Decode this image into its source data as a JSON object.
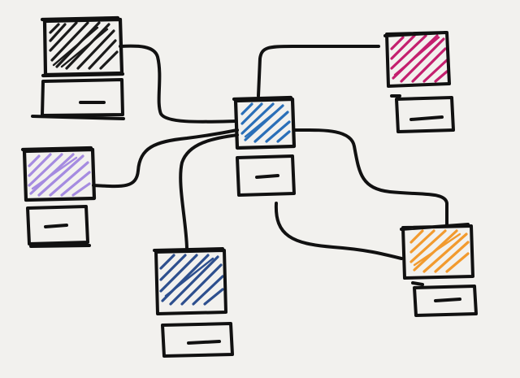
{
  "diagram": {
    "type": "hand-drawn network sketch",
    "nodes": [
      {
        "name": "computer-black",
        "screen_color": "#1a1a1a"
      },
      {
        "name": "computer-magenta",
        "screen_color": "#c41f6e"
      },
      {
        "name": "computer-blue-hub",
        "screen_color": "#2a6fb8"
      },
      {
        "name": "computer-purple",
        "screen_color": "#a58be0"
      },
      {
        "name": "computer-navy",
        "screen_color": "#2d4f8e"
      },
      {
        "name": "computer-orange",
        "screen_color": "#f29a2e"
      }
    ],
    "connections": [
      [
        "computer-blue-hub",
        "computer-black"
      ],
      [
        "computer-blue-hub",
        "computer-magenta"
      ],
      [
        "computer-blue-hub",
        "computer-purple"
      ],
      [
        "computer-blue-hub",
        "computer-navy"
      ],
      [
        "computer-blue-hub",
        "computer-orange"
      ],
      [
        "computer-blue-hub",
        "computer-orange"
      ]
    ]
  }
}
